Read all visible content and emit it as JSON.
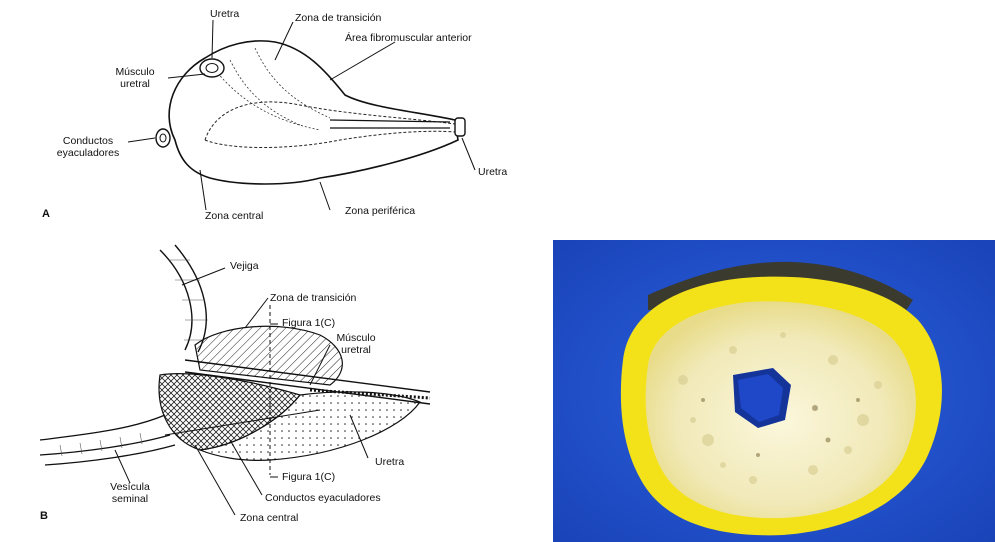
{
  "panel_a": {
    "letter": "A",
    "labels": {
      "uretra_top": "Uretra",
      "zona_transicion": "Zona de transición",
      "area_fibromuscular": "Área fibromuscular anterior",
      "musculo_uretral": "Músculo\nuretral",
      "conductos_eyaculadores": "Conductos\neyaculadores",
      "uretra_right": "Uretra",
      "zona_central": "Zona central",
      "zona_periferica": "Zona periférica"
    }
  },
  "panel_b": {
    "letter": "B",
    "labels": {
      "vejiga": "Vejiga",
      "zona_transicion": "Zona de transición",
      "figura_top": "Figura 1(C)",
      "musculo_uretral": "Músculo\nuretral",
      "uretra": "Uretra",
      "figura_bottom": "Figura 1(C)",
      "vesicula_seminal": "Vesícula\nseminal",
      "conductos_eyaculadores": "Conductos eyaculadores",
      "zona_central": "Zona central"
    }
  },
  "photo": {
    "background_color": "#1f4fd0",
    "rim_color": "#f2e21a",
    "tissue_color": "#f4efc6"
  }
}
